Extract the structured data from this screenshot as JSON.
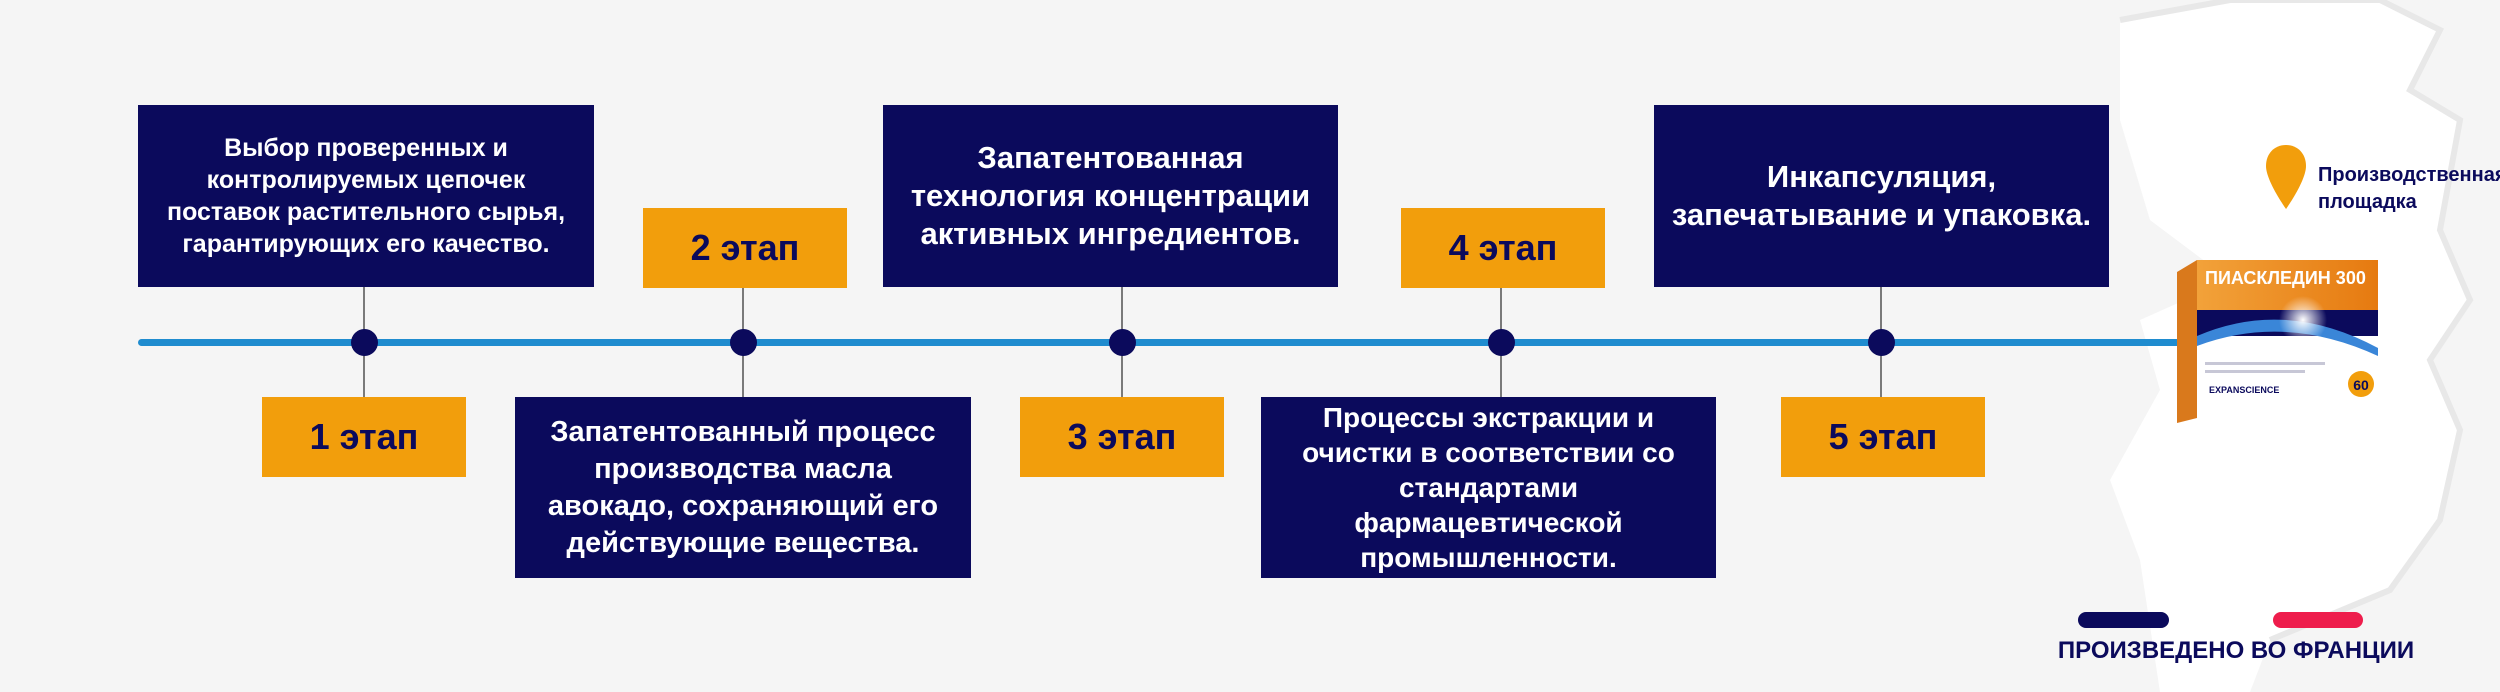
{
  "colors": {
    "navy": "#0b0a5c",
    "orange": "#f29e0c",
    "timeline_blue": "#1f8ccf",
    "flag_red": "#ee1d4c",
    "map_white": "#ffffff"
  },
  "stages": [
    {
      "label": "1 этап",
      "description": "Выбор проверенных и контролируемых цепочек поставок растительного сырья, гарантирующих его качество."
    },
    {
      "label": "2 этап",
      "description": "Запатентованный процесс производства масла авокадо, сохраняющий его действующие вещества."
    },
    {
      "label": "3 этап",
      "description": "Запатентованная технология концентрации активных ингредиентов."
    },
    {
      "label": "4 этап",
      "description": "Процессы экстракции и очистки в соответствии со стандартами фармацевтической промышленности."
    },
    {
      "label": "5 этап",
      "description": "Инкапсуляция, запечатывание и упаковка."
    }
  ],
  "legend": {
    "icon": "location-pin-icon",
    "label": "Производственная площадка"
  },
  "product": {
    "name": "ПИАСКЛЕДИН 300",
    "brand": "EXPANSCIENCE",
    "count": "60"
  },
  "footer": {
    "made_in": "ПРОИЗВЕДЕНО ВО ФРАНЦИИ"
  }
}
